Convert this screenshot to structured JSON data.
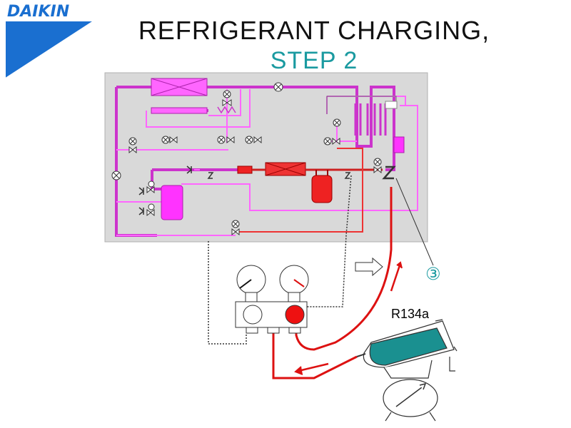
{
  "logo": {
    "text": "DAIKIN",
    "brand_color": "#1a6fd0"
  },
  "slide": {
    "title": "REFRIGERANT CHARGING,",
    "subtitle": "STEP 2"
  },
  "diagram": {
    "refrigerant_label": "R134a",
    "step_marker": "③",
    "colors": {
      "panel": "#d9d9d9",
      "pipe_magenta": "#cc33cc",
      "pipe_pink": "#ff66ff",
      "receiver": "#ff33ff",
      "hot": "#ff3333",
      "hose_red": "#dd1111",
      "oil": "#1a9090"
    }
  }
}
